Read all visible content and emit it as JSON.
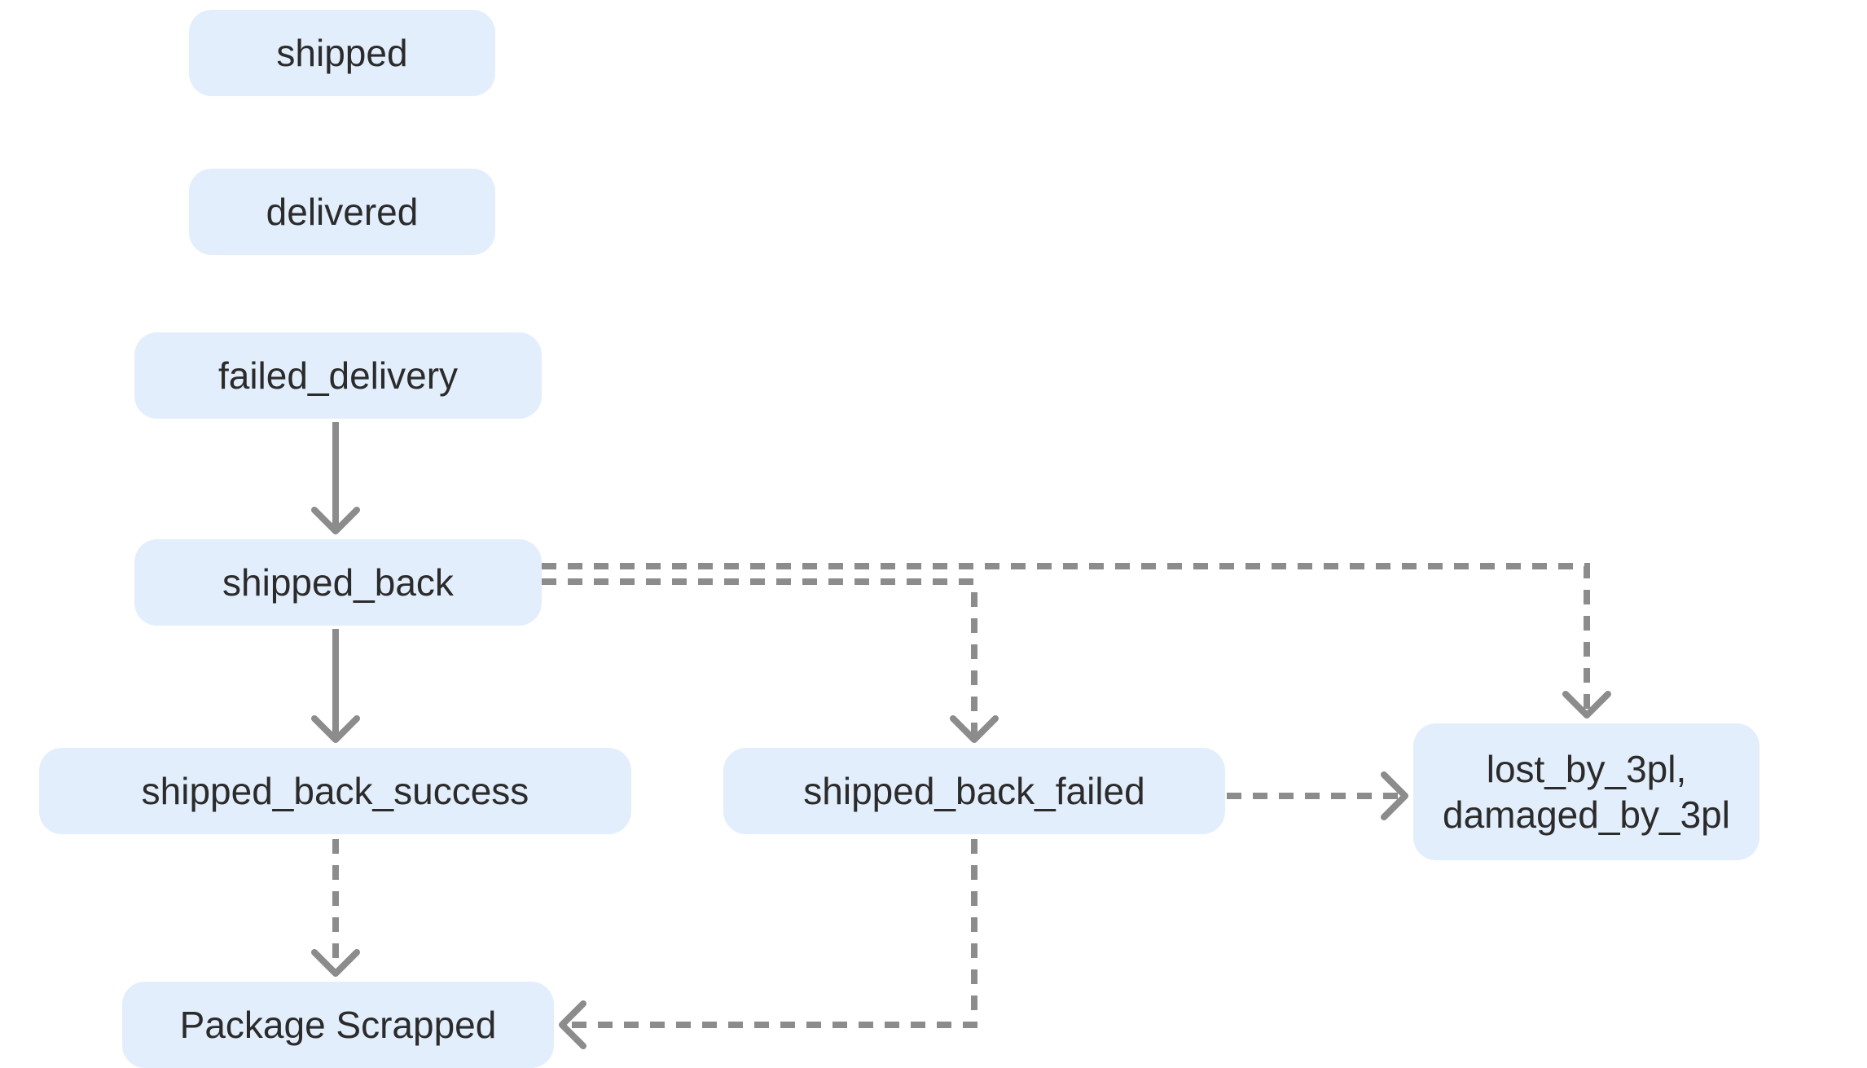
{
  "diagram": {
    "type": "state-flow",
    "nodes": [
      {
        "id": "shipped",
        "label": "shipped"
      },
      {
        "id": "delivered",
        "label": "delivered"
      },
      {
        "id": "failed_delivery",
        "label": "failed_delivery"
      },
      {
        "id": "shipped_back",
        "label": "shipped_back"
      },
      {
        "id": "shipped_back_success",
        "label": "shipped_back_success"
      },
      {
        "id": "shipped_back_failed",
        "label": "shipped_back_failed"
      },
      {
        "id": "lost_damaged",
        "label": "lost_by_3pl,\ndamaged_by_3pl"
      },
      {
        "id": "package_scrapped",
        "label": "Package Scrapped"
      }
    ],
    "edges": [
      {
        "from": "failed_delivery",
        "to": "shipped_back",
        "style": "solid"
      },
      {
        "from": "shipped_back",
        "to": "shipped_back_success",
        "style": "solid"
      },
      {
        "from": "shipped_back",
        "to": "shipped_back_failed",
        "style": "dashed"
      },
      {
        "from": "shipped_back",
        "to": "lost_damaged",
        "style": "dashed"
      },
      {
        "from": "shipped_back_failed",
        "to": "lost_damaged",
        "style": "dashed"
      },
      {
        "from": "shipped_back_success",
        "to": "package_scrapped",
        "style": "dashed"
      },
      {
        "from": "shipped_back_failed",
        "to": "package_scrapped",
        "style": "dashed"
      }
    ],
    "colors": {
      "node_fill": "#e3eefc",
      "text": "#2b2b2b",
      "connector": "#8c8c8c"
    }
  }
}
